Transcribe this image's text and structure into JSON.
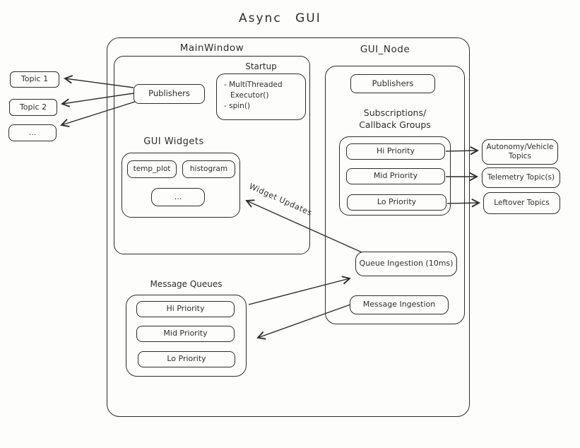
{
  "title": "Async GUI",
  "colors": {
    "stroke": "#2d2d2d",
    "background": "#fdfdfb"
  },
  "external_topics": {
    "items": [
      "Topic 1",
      "Topic 2",
      "..."
    ]
  },
  "main_window": {
    "label": "MainWindow",
    "publishers_label": "Publishers",
    "startup": {
      "label": "Startup",
      "bullet1": "- MultiThreaded",
      "bullet1_cont": "Executor()",
      "bullet2": "- spin()"
    },
    "gui_widgets": {
      "label": "GUI Widgets",
      "items": [
        "temp_plot",
        "histogram",
        "..."
      ]
    },
    "message_queues": {
      "label": "Message Queues",
      "items": [
        "Hi Priority",
        "Mid Priority",
        "Lo Priority"
      ]
    }
  },
  "gui_node": {
    "label": "GUI_Node",
    "publishers_label": "Publishers",
    "subscriptions": {
      "label_line1": "Subscriptions/",
      "label_line2": "Callback Groups",
      "items": [
        "Hi Priority",
        "Mid Priority",
        "Lo Priority"
      ]
    },
    "queue_ingestion_label": "Queue Ingestion (10ms)",
    "message_ingestion_label": "Message Ingestion"
  },
  "right_topics": {
    "items": [
      "Autonomy/Vehicle Topics",
      "Telemetry Topic(s)",
      "Leftover Topics"
    ]
  },
  "annotations": {
    "widget_updates": "Widget Updates"
  }
}
